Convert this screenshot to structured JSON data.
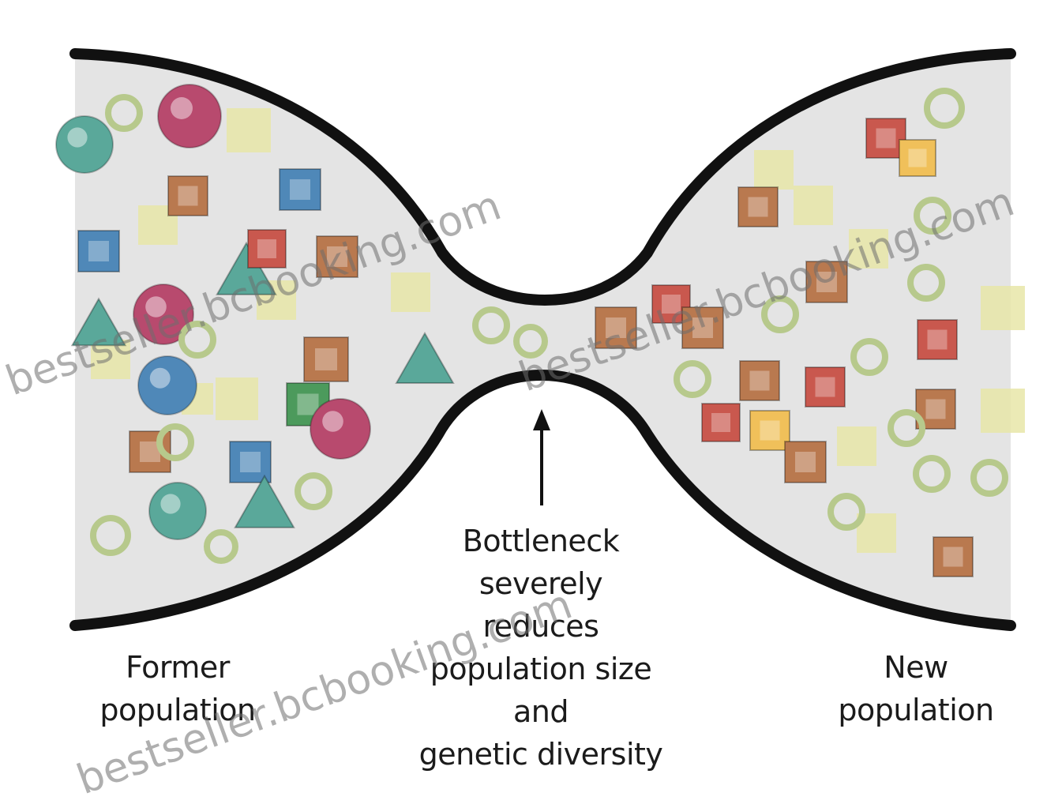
{
  "labels": {
    "former": [
      "Former",
      "population"
    ],
    "new": [
      "New",
      "population"
    ],
    "bottleneck": [
      "Bottleneck",
      "severely",
      "reduces",
      "population size",
      "and",
      "genetic diversity"
    ]
  },
  "watermark": "bestseller.bcbooking.com",
  "colors": {
    "outline": "#111111",
    "fill": "#e4e4e4",
    "teal": "#5aa89a",
    "magenta": "#b84a6e",
    "blue": "#4f88b8",
    "brown": "#b9794f",
    "red": "#c9584e",
    "green": "#4c9a5c",
    "yellow": "#e8e6a8",
    "olive": "#b7c98c"
  }
}
